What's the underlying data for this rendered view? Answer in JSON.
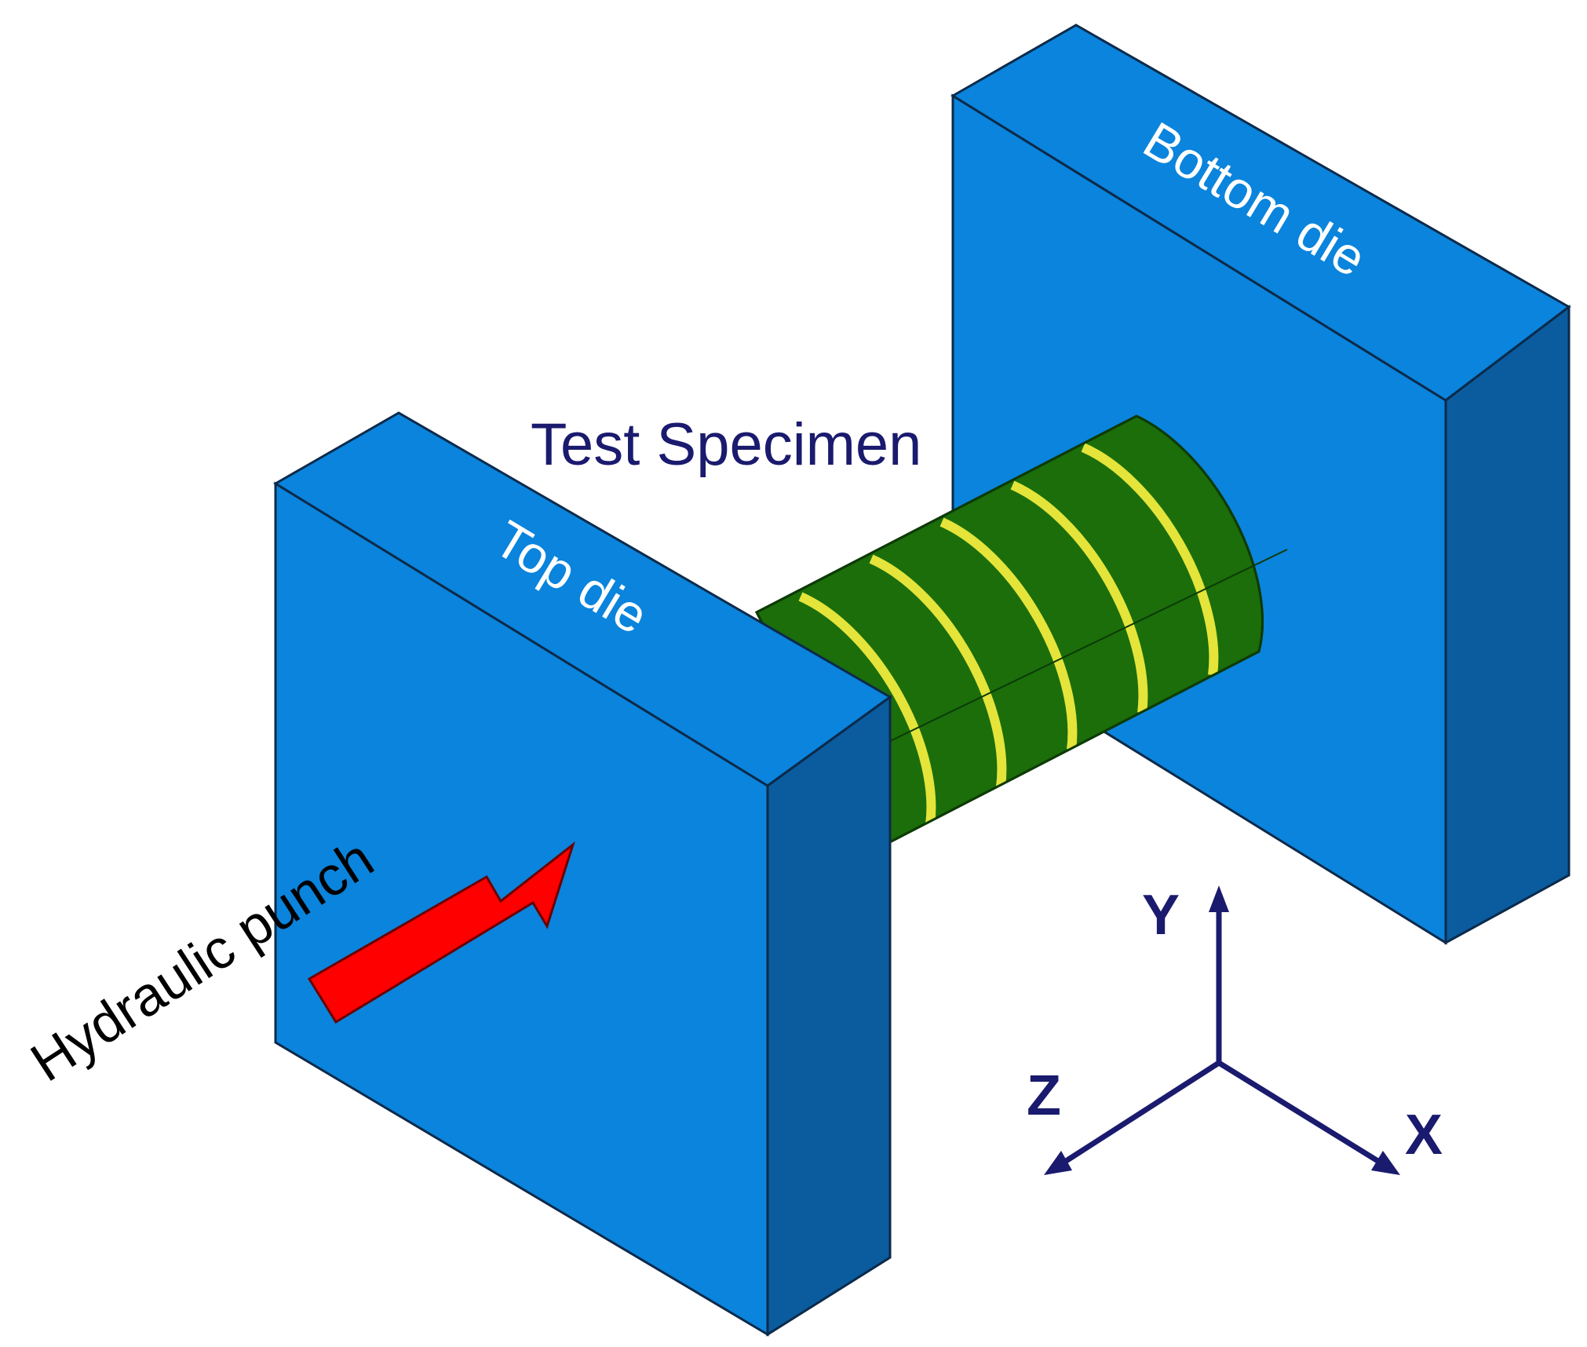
{
  "labels": {
    "bottom_die": "Bottom die",
    "top_die": "Top die",
    "specimen": "Test Specimen",
    "punch": "Hydraulic punch"
  },
  "axes": {
    "x": "X",
    "y": "Y",
    "z": "Z"
  },
  "colors": {
    "die_face": "#0a84dc",
    "die_top": "#0a84dc",
    "die_side": "#0a5c9e",
    "specimen": "#1b6e0a",
    "specimen_band": "#e4e43a",
    "arrow": "#ff0000",
    "axis": "#1a1a6e"
  }
}
